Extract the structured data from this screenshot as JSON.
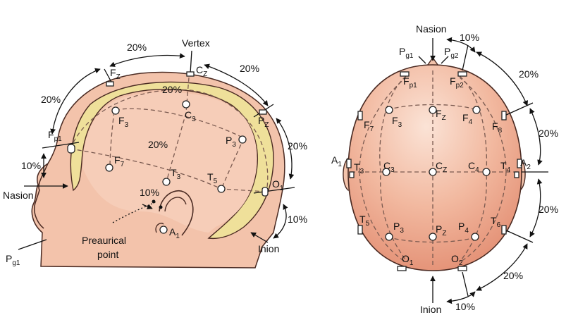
{
  "colors": {
    "skin": "#f3c3ab",
    "skin_shade": "#e9a48e",
    "skin_outline": "#4a2a22",
    "brain": "#f6cdb8",
    "skull": "#efe09a",
    "background": "#ffffff"
  },
  "side_view": {
    "title": "Vertex",
    "percent_labels": [
      "20%",
      "20%",
      "20%",
      "20%",
      "20%",
      "10%",
      "10%",
      "10%",
      "20%"
    ],
    "landmarks": {
      "nasion": "Nasion",
      "inion": "Inion",
      "preauricular_1": "Preaurical",
      "preauricular_2": "point",
      "pg1": {
        "main": "P",
        "sub": "g1"
      }
    },
    "electrodes": [
      {
        "main": "F",
        "sub": "p1"
      },
      {
        "main": "F",
        "sub": "Z"
      },
      {
        "main": "C",
        "sub": "Z"
      },
      {
        "main": "P",
        "sub": "Z"
      },
      {
        "main": "O",
        "sub": "1"
      },
      {
        "main": "F",
        "sub": "3"
      },
      {
        "main": "C",
        "sub": "3"
      },
      {
        "main": "P",
        "sub": "3"
      },
      {
        "main": "F",
        "sub": "7"
      },
      {
        "main": "T",
        "sub": "3"
      },
      {
        "main": "T",
        "sub": "5"
      },
      {
        "main": "A",
        "sub": "1"
      }
    ]
  },
  "top_view": {
    "nasion": "Nasion",
    "inion": "Inion",
    "percent_labels": [
      "10%",
      "20%",
      "20%",
      "20%",
      "20%",
      "10%"
    ],
    "pg_labels": [
      {
        "main": "P",
        "sub": "g1"
      },
      {
        "main": "P",
        "sub": "g2"
      }
    ],
    "electrodes": [
      {
        "main": "F",
        "sub": "p1"
      },
      {
        "main": "F",
        "sub": "p2"
      },
      {
        "main": "F",
        "sub": "7"
      },
      {
        "main": "F",
        "sub": "3"
      },
      {
        "main": "F",
        "sub": "Z"
      },
      {
        "main": "F",
        "sub": "4"
      },
      {
        "main": "F",
        "sub": "8"
      },
      {
        "main": "A",
        "sub": "1"
      },
      {
        "main": "T",
        "sub": "3"
      },
      {
        "main": "C",
        "sub": "3"
      },
      {
        "main": "C",
        "sub": "Z"
      },
      {
        "main": "C",
        "sub": "4"
      },
      {
        "main": "T",
        "sub": "4"
      },
      {
        "main": "A",
        "sub": "2"
      },
      {
        "main": "T",
        "sub": "5"
      },
      {
        "main": "P",
        "sub": "3"
      },
      {
        "main": "P",
        "sub": "Z"
      },
      {
        "main": "P",
        "sub": "4"
      },
      {
        "main": "T",
        "sub": "6"
      },
      {
        "main": "O",
        "sub": "1"
      },
      {
        "main": "O",
        "sub": "2"
      }
    ]
  }
}
